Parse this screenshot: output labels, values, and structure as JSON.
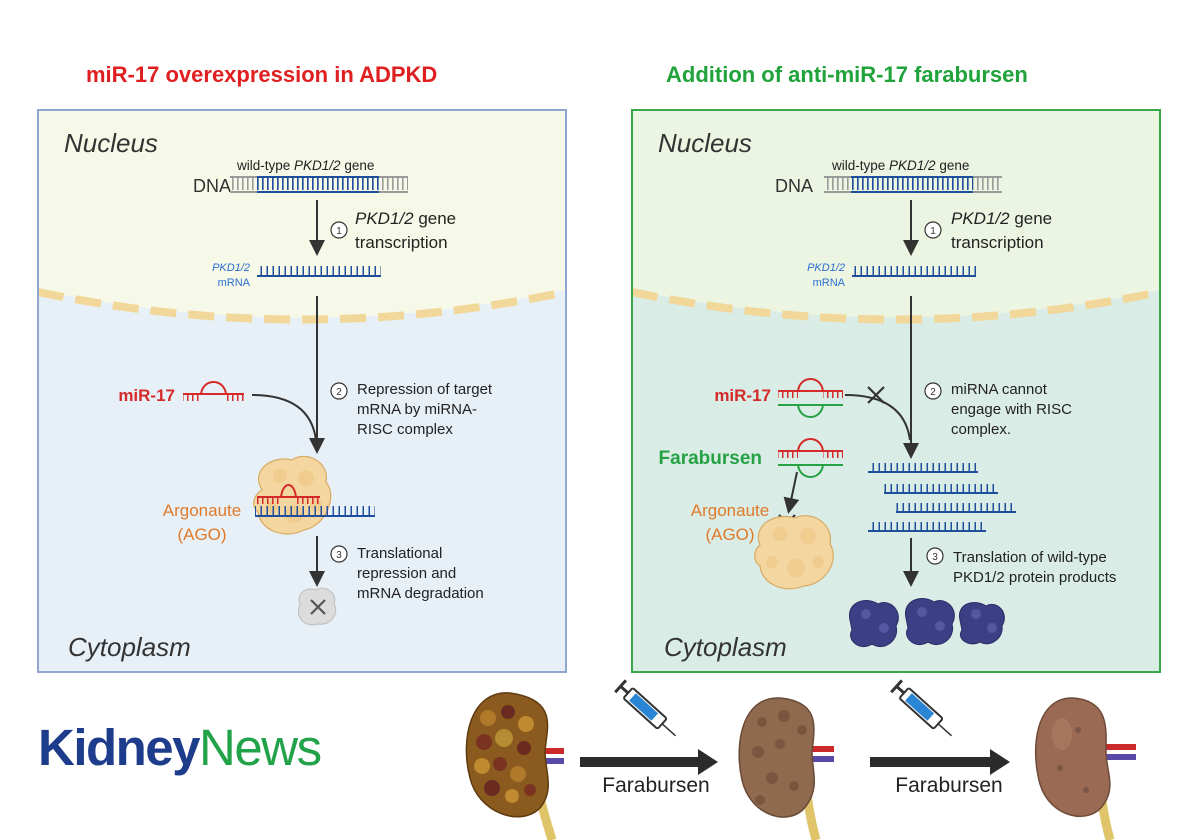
{
  "titles": {
    "left": "miR-17 overexpression in ADPKD",
    "right": "Addition of anti-miR-17 farabursen"
  },
  "colors": {
    "title_left": "#e02020",
    "title_right": "#1fa33a",
    "panel_left_border": "#8fa6cf",
    "panel_right_border": "#3aa84a",
    "mirna_red": "#d42a2a",
    "farabursen_green": "#26a244",
    "argonaute_orange": "#e07a28",
    "mrna_blue": "#1f4e9c",
    "mrna_label_blue": "#2b6fd0",
    "logo_kidney": "#1e3c8c",
    "logo_news": "#22a34a"
  },
  "left_panel": {
    "nucleus_label": "Nucleus",
    "cytoplasm_label": "Cytoplasm",
    "dna_label": "DNA",
    "gene_label_pre": "wild-type ",
    "gene_label_italic": "PKD1/2",
    "gene_label_post": " gene",
    "mrna_label_line1": "PKD1/2",
    "mrna_label_line2": "mRNA",
    "step1_num": "1",
    "step1_line1_italic": "PKD1/2",
    "step1_line1_rest": " gene",
    "step1_line2": "transcription",
    "mirna_label": "miR-17",
    "step2_num": "2",
    "step2_line1": "Repression of target",
    "step2_line2": "mRNA by miRNA-",
    "step2_line3": "RISC complex",
    "ago_line1": "Argonaute",
    "ago_line2": "(AGO)",
    "step3_num": "3",
    "step3_line1": "Translational",
    "step3_line2": "repression and",
    "step3_line3": "mRNA degradation",
    "degradation_icon": "x-mark-icon"
  },
  "right_panel": {
    "nucleus_label": "Nucleus",
    "cytoplasm_label": "Cytoplasm",
    "dna_label": "DNA",
    "gene_label_pre": "wild-type ",
    "gene_label_italic": "PKD1/2",
    "gene_label_post": " gene",
    "mrna_label_line1": "PKD1/2",
    "mrna_label_line2": "mRNA",
    "step1_num": "1",
    "step1_line1_italic": "PKD1/2",
    "step1_line1_rest": " gene",
    "step1_line2": "transcription",
    "mirna_label": "miR-17",
    "farabursen_label": "Farabursen",
    "step2_num": "2",
    "step2_line1": "miRNA cannot",
    "step2_line2": "engage with RISC",
    "step2_line3": "complex.",
    "ago_line1": "Argonaute",
    "ago_line2": "(AGO)",
    "step3_num": "3",
    "step3_line1": "Translation of wild-type",
    "step3_line2": "PKD1/2 protein products"
  },
  "bottom": {
    "logo_kidney": "Kidney",
    "logo_news": "News",
    "arrow1_label": "Farabursen",
    "arrow2_label": "Farabursen",
    "icons": [
      "syringe-icon",
      "syringe-icon",
      "kidney-icon",
      "kidney-icon",
      "kidney-icon"
    ]
  }
}
